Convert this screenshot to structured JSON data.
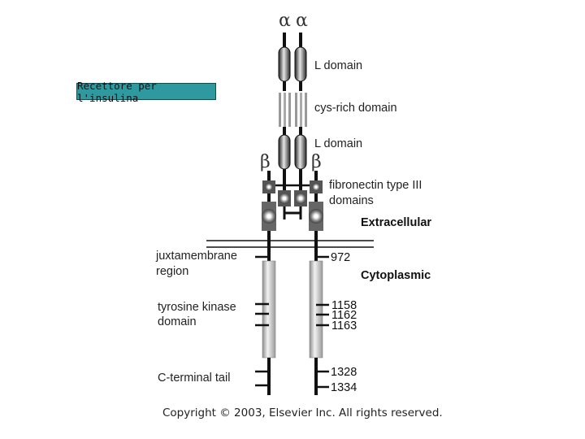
{
  "badge": "Recettore per l'insulina",
  "subunits": {
    "alpha": "α",
    "beta": "β"
  },
  "domains": {
    "l_domain_top": "L domain",
    "cys_rich": "cys-rich domain",
    "l_domain_bottom": "L domain",
    "fibronectin_line1": "fibronectin type III",
    "fibronectin_line2": "domains",
    "juxtamembrane_line1": "juxtamembrane",
    "juxtamembrane_line2": "region",
    "tyrosine_kinase_line1": "tyrosine kinase",
    "tyrosine_kinase_line2": "domain",
    "c_terminal": "C-terminal tail"
  },
  "regions": {
    "extracellular": "Extracellular",
    "cytoplasmic": "Cytoplasmic"
  },
  "residues": [
    "972",
    "1158",
    "1162",
    "1163",
    "1328",
    "1334"
  ],
  "copyright": "Copyright © 2003, Elsevier Inc. All rights reserved."
}
